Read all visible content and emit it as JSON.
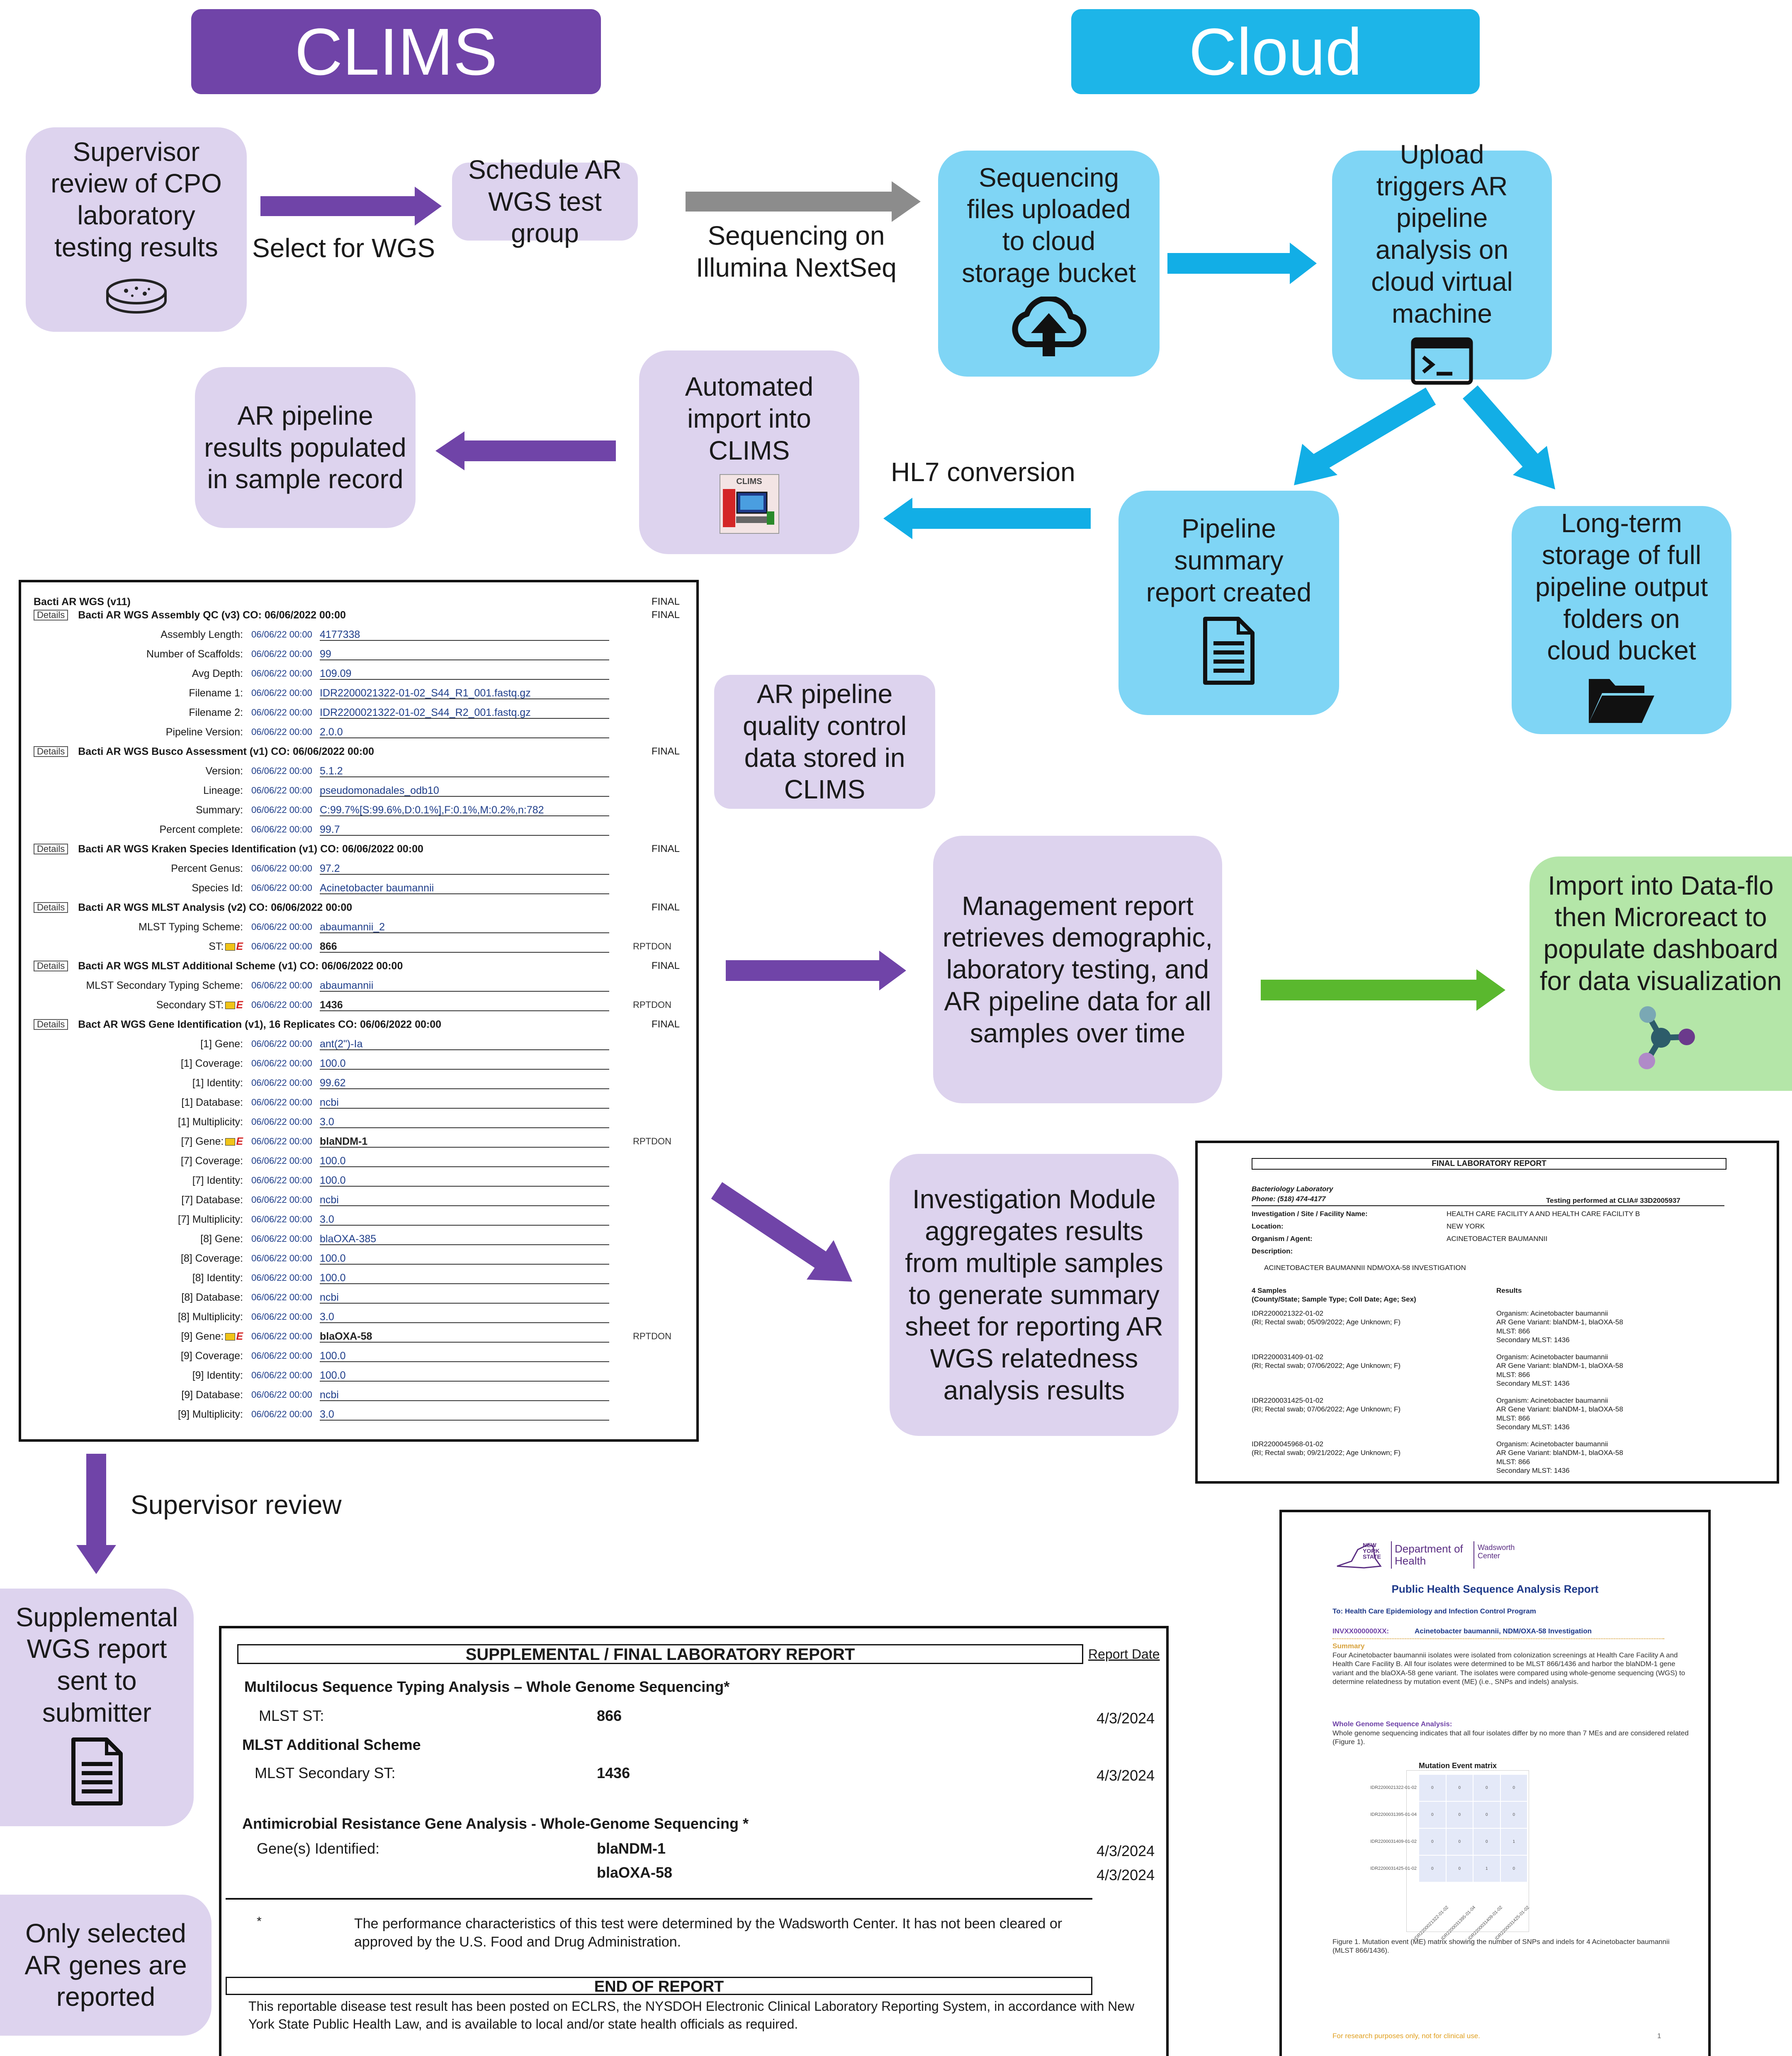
{
  "headers": {
    "clims": "CLIMS",
    "cloud": "Cloud"
  },
  "colors": {
    "clims_purple": "#7044a8",
    "cloud_blue": "#1db5e8",
    "lavender": "#ddd3ee",
    "sky": "#7fd5f5",
    "green": "#b4e6a8",
    "arrow_purple": "#7044a8",
    "arrow_gray": "#8c8c8c",
    "arrow_blue": "#12aee6",
    "arrow_green": "#5ab82e"
  },
  "nodes": {
    "supervisor_review": "Supervisor review of CPO laboratory testing results",
    "schedule": "Schedule AR WGS test group",
    "uploaded": "Sequencing files uploaded to cloud storage bucket",
    "upload_triggers": "Upload triggers AR pipeline analysis on cloud virtual machine",
    "populated": "AR pipeline results populated in sample record",
    "auto_import": "Automated import into CLIMS",
    "pipeline_summary": "Pipeline summary report created",
    "long_term": "Long-term storage of full pipeline output folders on cloud bucket",
    "qc_stored": "AR pipeline quality control data stored in CLIMS",
    "mgmt_report": "Management report retrieves demographic, laboratory testing, and AR pipeline data for all samples over time",
    "import_dataflo": "Import into Data-flo then Microreact to populate dashboard for data visualization",
    "investigation": "Investigation Module aggregates results from multiple samples to generate summary sheet for reporting AR WGS relatedness analysis results",
    "supplemental": "Supplemental WGS report sent to submitter",
    "only_selected": "Only selected AR genes are reported"
  },
  "edge_labels": {
    "select_wgs": "Select for WGS",
    "sequencing": "Sequencing on Illumina NextSeq",
    "hl7": "HL7 conversion",
    "supervisor_review": "Supervisor review"
  },
  "icons": {
    "petri": "petri-dish-icon",
    "upload": "cloud-upload-icon",
    "terminal": "terminal-icon",
    "doc": "document-icon",
    "folder": "folder-icon",
    "clims_logo": "clims-app-icon",
    "microreact": "microreact-logo-icon"
  },
  "clims_logo_label": "CLIMS",
  "lims": {
    "title": "Bacti AR WGS (v11)",
    "title_status": "FINAL",
    "details": "Details",
    "sections": [
      {
        "name": "Bacti AR WGS Assembly QC (v3) CO: 06/06/2022 00:00",
        "status": "FINAL"
      },
      {
        "name": "Bacti AR WGS Busco Assessment (v1) CO: 06/06/2022 00:00",
        "status": "FINAL"
      },
      {
        "name": "Bacti AR WGS Kraken Species Identification (v1) CO: 06/06/2022 00:00",
        "status": "FINAL"
      },
      {
        "name": "Bacti AR WGS MLST Analysis (v2) CO: 06/06/2022 00:00",
        "status": "FINAL"
      },
      {
        "name": "Bacti AR WGS MLST Additional Scheme (v1) CO: 06/06/2022 00:00",
        "status": "FINAL"
      },
      {
        "name": "Bact AR WGS Gene Identification (v1), 16 Replicates CO: 06/06/2022 00:00",
        "status": "FINAL"
      }
    ],
    "rows": [
      {
        "label": "Assembly Length:",
        "date": "06/06/22 00:00",
        "value": "4177338"
      },
      {
        "label": "Number of Scaffolds:",
        "date": "06/06/22 00:00",
        "value": "99"
      },
      {
        "label": "Avg Depth:",
        "date": "06/06/22 00:00",
        "value": "109.09"
      },
      {
        "label": "Filename 1:",
        "date": "06/06/22 00:00",
        "value": "IDR2200021322-01-02_S44_R1_001.fastq.gz"
      },
      {
        "label": "Filename 2:",
        "date": "06/06/22 00:00",
        "value": "IDR2200021322-01-02_S44_R2_001.fastq.gz"
      },
      {
        "label": "Pipeline Version:",
        "date": "06/06/22 00:00",
        "value": "2.0.0"
      },
      {
        "label": "Version:",
        "date": "06/06/22 00:00",
        "value": "5.1.2"
      },
      {
        "label": "Lineage:",
        "date": "06/06/22 00:00",
        "value": "pseudomonadales_odb10"
      },
      {
        "label": "Summary:",
        "date": "06/06/22 00:00",
        "value": "C:99.7%[S:99.6%,D:0.1%],F:0.1%,M:0.2%,n:782"
      },
      {
        "label": "Percent complete:",
        "date": "06/06/22 00:00",
        "value": "99.7"
      },
      {
        "label": "Percent Genus:",
        "date": "06/06/22 00:00",
        "value": "97.2"
      },
      {
        "label": "Species Id:",
        "date": "06/06/22 00:00",
        "value": "Acinetobacter baumannii"
      },
      {
        "label": "MLST Typing Scheme:",
        "date": "06/06/22 00:00",
        "value": "abaumannii_2"
      },
      {
        "label": "ST:",
        "date": "06/06/22 00:00",
        "value": "866",
        "status": "RPTDON"
      },
      {
        "label": "MLST Secondary Typing Scheme:",
        "date": "06/06/22 00:00",
        "value": "abaumannii"
      },
      {
        "label": "Secondary ST:",
        "date": "06/06/22 00:00",
        "value": "1436",
        "status": "RPTDON"
      },
      {
        "label": "[1] Gene:",
        "date": "06/06/22 00:00",
        "value": "ant(2\")-Ia"
      },
      {
        "label": "[1] Coverage:",
        "date": "06/06/22 00:00",
        "value": "100.0"
      },
      {
        "label": "[1] Identity:",
        "date": "06/06/22 00:00",
        "value": "99.62"
      },
      {
        "label": "[1] Database:",
        "date": "06/06/22 00:00",
        "value": "ncbi"
      },
      {
        "label": "[1] Multiplicity:",
        "date": "06/06/22 00:00",
        "value": "3.0"
      },
      {
        "label": "[7] Gene:",
        "date": "06/06/22 00:00",
        "value": "blaNDM-1",
        "status": "RPTDON"
      },
      {
        "label": "[7] Coverage:",
        "date": "06/06/22 00:00",
        "value": "100.0"
      },
      {
        "label": "[7] Identity:",
        "date": "06/06/22 00:00",
        "value": "100.0"
      },
      {
        "label": "[7] Database:",
        "date": "06/06/22 00:00",
        "value": "ncbi"
      },
      {
        "label": "[7] Multiplicity:",
        "date": "06/06/22 00:00",
        "value": "3.0"
      },
      {
        "label": "[8] Gene:",
        "date": "06/06/22 00:00",
        "value": "blaOXA-385"
      },
      {
        "label": "[8] Coverage:",
        "date": "06/06/22 00:00",
        "value": "100.0"
      },
      {
        "label": "[8] Identity:",
        "date": "06/06/22 00:00",
        "value": "100.0"
      },
      {
        "label": "[8] Database:",
        "date": "06/06/22 00:00",
        "value": "ncbi"
      },
      {
        "label": "[8] Multiplicity:",
        "date": "06/06/22 00:00",
        "value": "3.0"
      },
      {
        "label": "[9] Gene:",
        "date": "06/06/22 00:00",
        "value": "blaOXA-58",
        "status": "RPTDON"
      },
      {
        "label": "[9] Coverage:",
        "date": "06/06/22 00:00",
        "value": "100.0"
      },
      {
        "label": "[9] Identity:",
        "date": "06/06/22 00:00",
        "value": "100.0"
      },
      {
        "label": "[9] Database:",
        "date": "06/06/22 00:00",
        "value": "ncbi"
      },
      {
        "label": "[9] Multiplicity:",
        "date": "06/06/22 00:00",
        "value": "3.0"
      }
    ],
    "edit_mark": "E"
  },
  "final_report": {
    "title": "FINAL LABORATORY REPORT",
    "lab": "Bacteriology Laboratory",
    "phone": "Phone: (518) 474-4177",
    "clia": "Testing performed at CLIA# 33D2005937",
    "fields": [
      {
        "label": "Investigation / Site / Facility Name:",
        "value": "HEALTH CARE FACILITY A AND HEALTH CARE FACILITY B"
      },
      {
        "label": "Location:",
        "value": "NEW YORK"
      },
      {
        "label": "Organism / Agent:",
        "value": "ACINETOBACTER BAUMANNII"
      },
      {
        "label": "Description:",
        "value": ""
      }
    ],
    "description": "ACINETOBACTER BAUMANNII NDM/OXA-58 INVESTIGATION",
    "samples_head": "4 Samples",
    "samples_sub": "(County/State; Sample Type; Coll Date; Age; Sex)",
    "results_head": "Results",
    "samples": [
      {
        "id": "IDR2200021322-01-02",
        "desc": "(RI; Rectal swab; 05/09/2022; Age Unknown; F)",
        "res": [
          "Organism: Acinetobacter baumannii",
          "AR Gene Variant: blaNDM-1, blaOXA-58",
          "MLST: 866",
          "Secondary MLST: 1436"
        ]
      },
      {
        "id": "IDR2200031409-01-02",
        "desc": "(RI; Rectal swab; 07/06/2022; Age Unknown; F)",
        "res": [
          "Organism: Acinetobacter baumannii",
          "AR Gene Variant: blaNDM-1, blaOXA-58",
          "MLST: 866",
          "Secondary MLST: 1436"
        ]
      },
      {
        "id": "IDR2200031425-01-02",
        "desc": "(RI; Rectal swab; 07/06/2022; Age Unknown; F)",
        "res": [
          "Organism: Acinetobacter baumannii",
          "AR Gene Variant: blaNDM-1, blaOXA-58",
          "MLST: 866",
          "Secondary MLST: 1436"
        ]
      },
      {
        "id": "IDR2200045968-01-02",
        "desc": "(RI; Rectal swab; 09/21/2022; Age Unknown; F)",
        "res": [
          "Organism: Acinetobacter baumannii",
          "AR Gene Variant: blaNDM-1, blaOXA-58",
          "MLST: 866",
          "Secondary MLST: 1436"
        ]
      }
    ]
  },
  "phsar": {
    "logo_state": "NEW YORK STATE",
    "logo_dept": "Department of Health",
    "logo_center": "Wadsworth Center",
    "title": "Public Health Sequence Analysis Report",
    "to": "To: Health Care Epidemiology and Infection Control Program",
    "inv_id": "INVXX000000XX:",
    "inv_title": "Acinetobacter baumannii, NDM/OXA-58 Investigation",
    "summary_head": "Summary",
    "summary": "Four Acinetobacter baumannii isolates were isolated from colonization screenings at Health Care Facility A and Health Care Facility B. All four isolates were determined to be MLST 866/1436 and harbor the blaNDM-1 gene variant and the blaOXA-58 gene variant. The isolates were compared using whole-genome sequencing (WGS) to determine relatedness by mutation event (ME) (i.e., SNPs and indels) analysis.",
    "wgs_head": "Whole Genome Sequence Analysis:",
    "wgs_text": "Whole genome sequencing indicates that all four isolates differ by no more than 7 MEs and are considered related (Figure 1).",
    "matrix_title": "Mutation Event matrix",
    "matrix_labels": [
      "IDR2200021322-01-02",
      "IDR2200031395-01-04",
      "IDR2200031409-01-02",
      "IDR2200031425-01-02"
    ],
    "matrix_values": [
      [
        "0",
        "0",
        "0",
        "0"
      ],
      [
        "0",
        "0",
        "0",
        "0"
      ],
      [
        "0",
        "0",
        "0",
        "1"
      ],
      [
        "0",
        "0",
        "1",
        "0"
      ]
    ],
    "caption": "Figure 1. Mutation event (ME) matrix showing the number of SNPs and indels for 4 Acinetobacter baumannii (MLST 866/1436).",
    "footer": "For research purposes only, not for clinical use.",
    "page": "1"
  },
  "supp_report": {
    "title": "SUPPLEMENTAL / FINAL LABORATORY REPORT",
    "report_date": "Report Date",
    "mlst_head": "Multilocus Sequence Typing Analysis – Whole Genome Sequencing*",
    "mlst_label": "MLST ST:",
    "mlst_value": "866",
    "mlst_date": "4/3/2024",
    "add_head": "MLST Additional Scheme",
    "sec_label": "MLST Secondary ST:",
    "sec_value": "1436",
    "sec_date": "4/3/2024",
    "amr_head": "Antimicrobial Resistance Gene Analysis - Whole-Genome Sequencing *",
    "genes_label": "Gene(s) Identified:",
    "gene1": "blaNDM-1",
    "gene1_date": "4/3/2024",
    "gene2": "blaOXA-58",
    "gene2_date": "4/3/2024",
    "star": "*",
    "note": "The performance characteristics of this test were determined by the Wadsworth Center.  It has not been cleared or approved by the U.S. Food and Drug Administration.",
    "end": "END OF REPORT",
    "footer": "This reportable disease test result has been posted on ECLRS, the NYSDOH Electronic Clinical Laboratory Reporting System, in accordance with New York State Public Health Law, and is available to local and/or state health officials as required."
  }
}
